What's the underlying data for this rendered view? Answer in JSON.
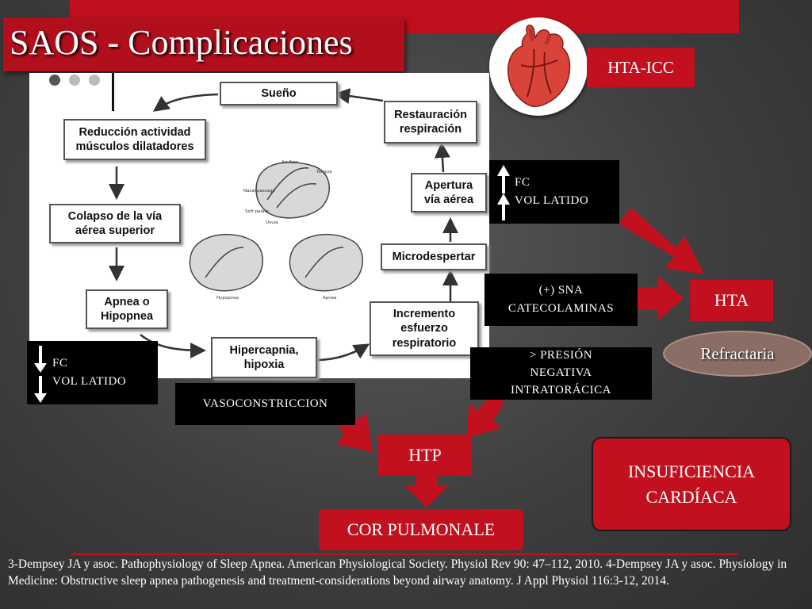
{
  "slide": {
    "title": "SAOS - Complicaciones"
  },
  "colors": {
    "accent_red": "#c3101e",
    "dark_red": "#b10f1c",
    "black": "#000000",
    "oval": "#8a6d64"
  },
  "cycle": {
    "sueno": "Sueño",
    "reduccion": "Reducción  actividad\nmúsculos dilatadores",
    "colapso": "Colapso de la vía\naérea superior",
    "apnea": "Apnea o\nHipopnea",
    "hipercapnia": "Hipercapnia,\nhipoxia",
    "incremento": "Incremento\nesfuerzo\nrespiratorio",
    "microdespertar": "Microdespertar",
    "apertura": "Apertura\nvía aérea",
    "restauracion": "Restauración\nrespiración",
    "airway_labels": [
      "Air flow",
      "Tongue",
      "Nasal passage",
      "Soft palate",
      "Uvula",
      "Hypopnea",
      "Apnea"
    ]
  },
  "boxes": {
    "fc_down": "FC\nVOL LATIDO",
    "fc_up": "FC\nVOL LATIDO",
    "sna": "(+) SNA\nCATECOLAMINAS",
    "presion": "> PRESIÓN\nNEGATIVA\nINTRATORÁCICA",
    "vasoconstriccion": "VASOCONSTRICCION",
    "hta_icc": "HTA-ICC",
    "hta": "HTA",
    "refractaria": "Refractaria",
    "htp": "HTP",
    "cor_pulmonale": "COR PULMONALE",
    "insuficiencia": "INSUFICIENCIA\nCARDÍACA"
  },
  "references": "3-Dempsey JA y asoc. Pathophysiology of Sleep Apnea. American Physiological Society. Physiol Rev 90: 47–112, 2010. 4-Dempsey JA y asoc. Physiology in Medicine: Obstructive sleep apnea pathogenesis and treatment-considerations beyond airway anatomy. J Appl Physiol 116:3-12, 2014."
}
